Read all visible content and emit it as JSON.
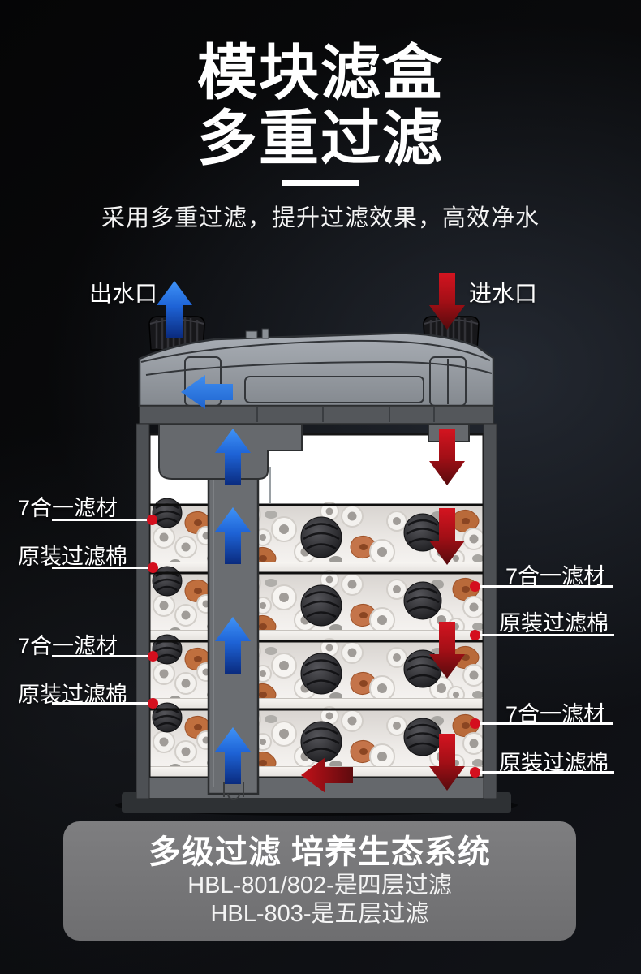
{
  "header": {
    "title_line1": "模块滤盒",
    "title_line2": "多重过滤",
    "subtitle": "采用多重过滤，提升过滤效果，高效净水"
  },
  "diagram": {
    "outlet_label": "出水口",
    "inlet_label": "进水口",
    "left_annotations": [
      {
        "label": "7合一滤材"
      },
      {
        "label": "原装过滤棉"
      },
      {
        "label": "7合一滤材"
      },
      {
        "label": "原装过滤棉"
      }
    ],
    "right_annotations": [
      {
        "label": "7合一滤材"
      },
      {
        "label": "原装过滤棉"
      },
      {
        "label": "7合一滤材"
      },
      {
        "label": "原装过滤棉"
      }
    ],
    "colors": {
      "outflow_blue": "#2e82ec",
      "inflow_red": "#c6121c",
      "callout_dot_red": "#d40f1e"
    }
  },
  "footer_panel": {
    "title": "多级过滤 培养生态系统",
    "model_line_1": "HBL-801/802-是四层过滤",
    "model_line_2": "HBL-803-是五层过滤"
  }
}
